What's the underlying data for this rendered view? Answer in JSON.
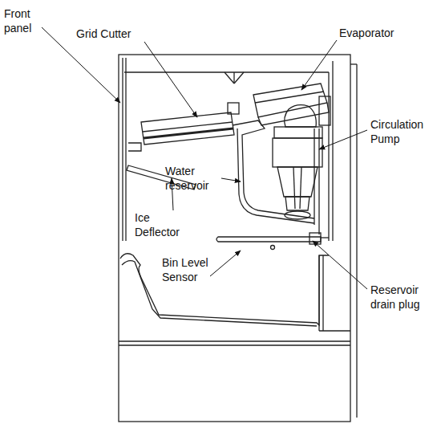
{
  "diagram": {
    "labels": [
      "Front panel",
      "Grid Cutter",
      "Evaporator",
      "Circulation Pump",
      "Water reservoir",
      "Ice Deflector",
      "Bin Level Sensor",
      "Reservoir drain plug"
    ]
  }
}
